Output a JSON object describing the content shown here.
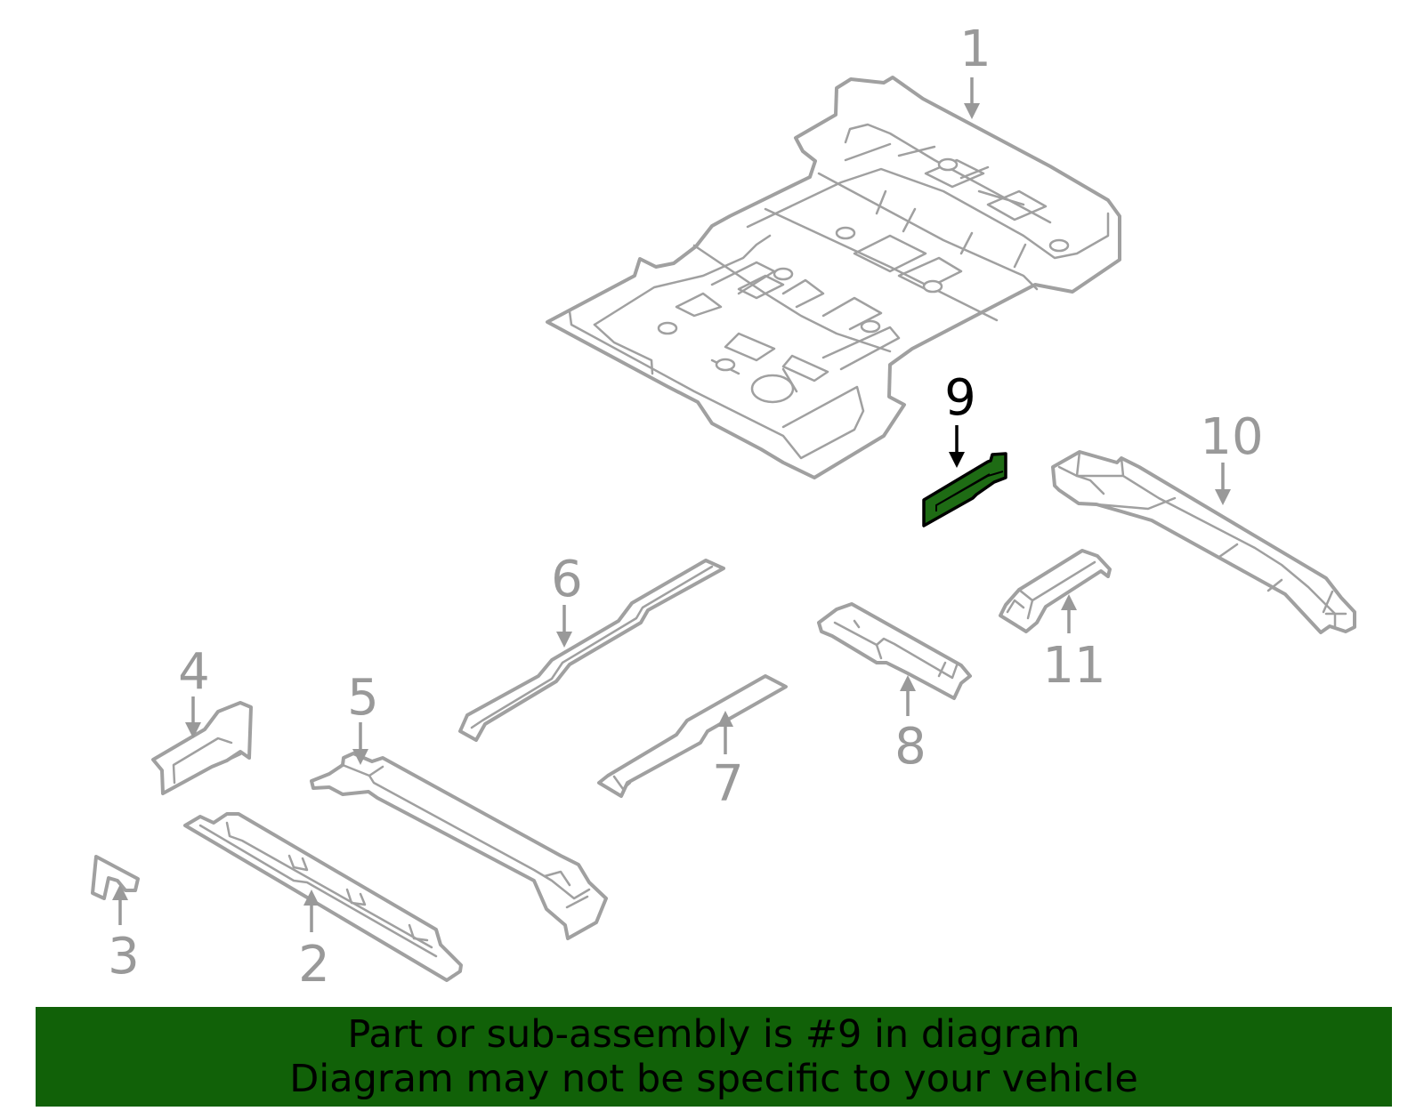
{
  "callouts": {
    "c1": "1",
    "c2": "2",
    "c3": "3",
    "c4": "4",
    "c5": "5",
    "c6": "6",
    "c7": "7",
    "c8": "8",
    "c9": "9",
    "c10": "10",
    "c11": "11"
  },
  "highlighted_part": "9",
  "colors": {
    "part_outline": "#a0a0a0",
    "highlight_fill": "#1e6b14",
    "banner_bg": "#116108"
  },
  "banner": {
    "line1": "Part or sub-assembly is #9 in diagram",
    "line2": "Diagram may not be specific to your vehicle"
  }
}
